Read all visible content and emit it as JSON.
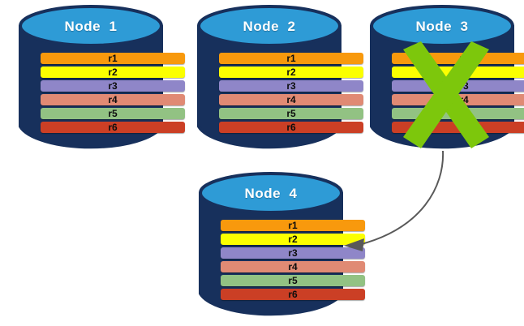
{
  "diagram": {
    "title_prefix": "Node",
    "colors": {
      "cylinder_body": "#17305c",
      "cylinder_body_dark": "#132748",
      "cylinder_top": "#2e9bd6",
      "cylinder_stroke": "#17305c",
      "x_mark": "#7dc70c",
      "arrow": "#595959",
      "title_text": "#ffffff",
      "record_text": "#0d0d0d",
      "background": "#ffffff"
    },
    "records_template": [
      {
        "id": "r1",
        "label": "r1",
        "color": "#f8990d"
      },
      {
        "id": "r2",
        "label": "r2",
        "color": "#fbff00"
      },
      {
        "id": "r3",
        "label": "r3",
        "color": "#8f86c8"
      },
      {
        "id": "r4",
        "label": "r4",
        "color": "#e08a74"
      },
      {
        "id": "r5",
        "label": "r5",
        "color": "#92c283"
      },
      {
        "id": "r6",
        "label": "r6",
        "color": "#cb3f25"
      }
    ],
    "nodes": [
      {
        "name": "node-1",
        "title": "Node  1",
        "failed": false,
        "records": [
          {
            "label": "r1",
            "color": "#f8990d"
          },
          {
            "label": "r2",
            "color": "#fbff00"
          },
          {
            "label": "r3",
            "color": "#8f86c8"
          },
          {
            "label": "r4",
            "color": "#e08a74"
          },
          {
            "label": "r5",
            "color": "#92c283"
          },
          {
            "label": "r6",
            "color": "#cb3f25"
          }
        ]
      },
      {
        "name": "node-2",
        "title": "Node  2",
        "failed": false,
        "records": [
          {
            "label": "r1",
            "color": "#f8990d"
          },
          {
            "label": "r2",
            "color": "#fbff00"
          },
          {
            "label": "r3",
            "color": "#8f86c8"
          },
          {
            "label": "r4",
            "color": "#e08a74"
          },
          {
            "label": "r5",
            "color": "#92c283"
          },
          {
            "label": "r6",
            "color": "#cb3f25"
          }
        ]
      },
      {
        "name": "node-3",
        "title": "Node  3",
        "failed": true,
        "records": [
          {
            "label": "r1",
            "color": "#f8990d"
          },
          {
            "label": "r2",
            "color": "#fbff00"
          },
          {
            "label": "r3",
            "color": "#8f86c8"
          },
          {
            "label": "r4",
            "color": "#e08a74"
          },
          {
            "label": "r5",
            "color": "#92c283"
          },
          {
            "label": "r6",
            "color": "#cb3f25"
          }
        ]
      },
      {
        "name": "node-4",
        "title": "Node  4",
        "failed": false,
        "records": [
          {
            "label": "r1",
            "color": "#f8990d"
          },
          {
            "label": "r2",
            "color": "#fbff00"
          },
          {
            "label": "r3",
            "color": "#8f86c8"
          },
          {
            "label": "r4",
            "color": "#e08a74"
          },
          {
            "label": "r5",
            "color": "#92c283"
          },
          {
            "label": "r6",
            "color": "#cb3f25"
          }
        ]
      }
    ]
  }
}
